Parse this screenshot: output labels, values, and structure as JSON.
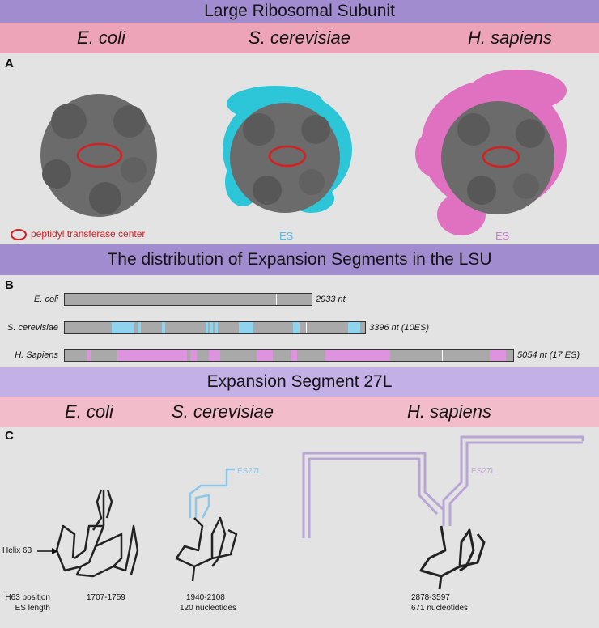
{
  "header": {
    "title": "Large Ribosomal Subunit",
    "species": [
      "E. coli",
      "S. cerevisiae",
      "H. sapiens"
    ]
  },
  "panel_a": {
    "letter": "A",
    "legend": "peptidyl transferase center",
    "yeast_label": "ES",
    "human_label": "ES"
  },
  "section_b_title": "The distribution of Expansion Segments in the LSU",
  "panel_b": {
    "letter": "B",
    "rows": [
      {
        "species": "E. coli",
        "length": "2933 nt"
      },
      {
        "species": "S. cerevisiae",
        "length": "3396 nt (10ES)"
      },
      {
        "species": "H. Sapiens",
        "length": "5054 nt (17 ES)"
      }
    ]
  },
  "section_c_title": "Expansion Segment 27L",
  "section_c_species": [
    "E. coli",
    "S. cerevisiae",
    "H. sapiens"
  ],
  "panel_c": {
    "letter": "C",
    "helix_label": "Helix 63",
    "yeast_es_label": "ES27L",
    "human_es_label": "ES27L",
    "row_labels": [
      "H63 position",
      "ES length"
    ],
    "ecoli": {
      "position": "1707-1759"
    },
    "yeast": {
      "position": "1940-2108",
      "length": "120 nucleotides"
    },
    "human": {
      "position": "2878-3597",
      "length": "671 nucleotides"
    }
  },
  "colors": {
    "ribosome_gray": "#6b6b6b",
    "yeast_es": "#2cc6d8",
    "human_es": "#e070c0",
    "ptc_circle": "#d42020",
    "yeast_es_bar": "#8fd3ee",
    "human_es_bar": "#dd93dd",
    "yeast_es_line": "#8ec6e6",
    "human_es_line": "#b9a4d6"
  }
}
